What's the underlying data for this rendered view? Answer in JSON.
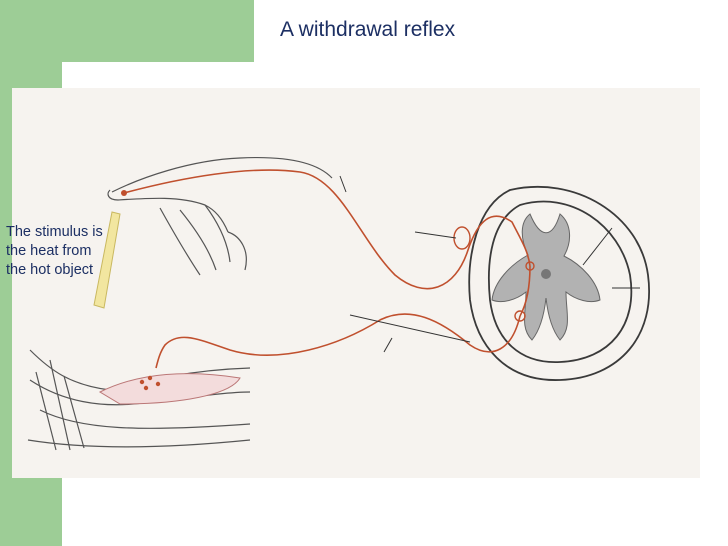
{
  "slide": {
    "title": "A withdrawal reflex",
    "stimulus_lines": [
      "The stimulus is",
      "the heat from",
      "the hot object"
    ]
  },
  "colors": {
    "accent_green": "#9dcd96",
    "title_text": "#1c2f63",
    "nerve_red": "#c0502e",
    "grey_matter": "#b2b2b2",
    "outline": "#3a3a3a"
  }
}
